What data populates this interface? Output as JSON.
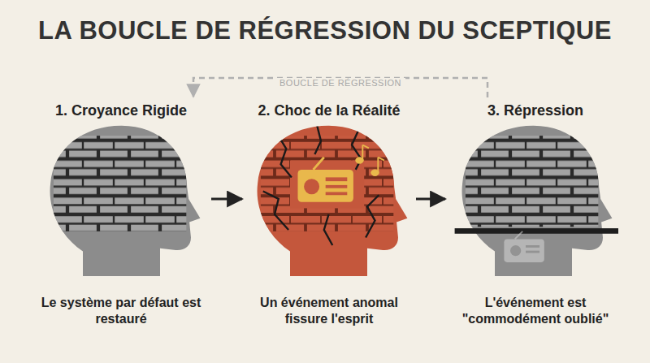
{
  "diagram": {
    "title": "LA BOUCLE DE RÉGRESSION DU SCEPTIQUE",
    "nodes": [
      {
        "text": [
          "1. Croyance Rigide",
          "Le système par défaut est restauré"
        ]
      },
      {
        "text": [
          "2. Choc de la Réalité",
          "Un événement anomal fissure l'esprit"
        ]
      },
      {
        "text": [
          "3. Répression",
          "L'événement est \"commodément oublié\""
        ]
      }
    ],
    "edges": [
      {
        "from": 0,
        "to": 1,
        "arrow": "to"
      },
      {
        "from": 1,
        "to": 2,
        "arrow": "to"
      },
      {
        "from": 2,
        "to": 0,
        "arrow": "to",
        "label": "BOUCLE DE RÉGRESSION"
      }
    ]
  }
}
